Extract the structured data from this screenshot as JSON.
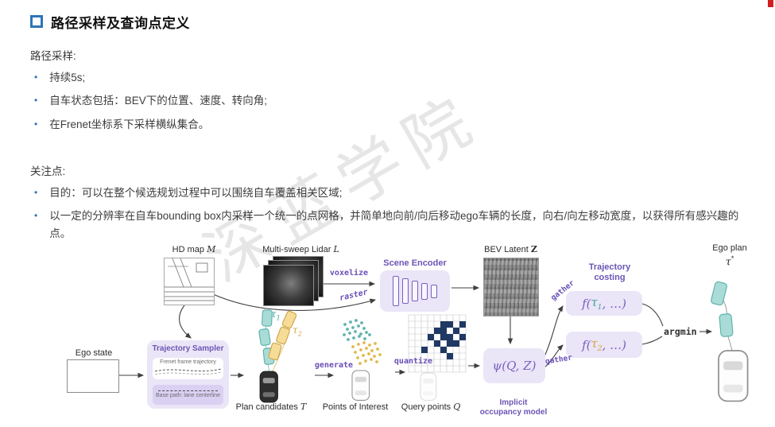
{
  "page": {
    "title": "路径采样及查询点定义",
    "watermark": "深蓝学院",
    "sections": [
      {
        "heading": "路径采样:",
        "bullets": [
          "持续5s;",
          "自车状态包括：BEV下的位置、速度、转向角;",
          "在Frenet坐标系下采样横纵集合。"
        ]
      },
      {
        "heading": "关注点:",
        "bullets": [
          "目的：可以在整个候选规划过程中可以围绕自车覆盖相关区域;",
          "以一定的分辨率在自车bounding box内采样一个统一的点网格，并简单地向前/向后移动ego车辆的长度，向右/向左移动宽度，以获得所有感兴趣的点。"
        ]
      }
    ]
  },
  "diagram": {
    "hd_map_label": "HD map",
    "hd_map_math": "M",
    "lidar_label": "Multi-sweep Lidar",
    "lidar_math": "L",
    "voxelize": "voxelize",
    "raster": "raster",
    "scene_encoder": "Scene Encoder",
    "bev_label": "BEV Latent",
    "bev_math": "Z",
    "costing_label": "Trajectory costing",
    "f1": {
      "f": "f(",
      "tau": "τ",
      "sub": "1",
      "post": ", …)"
    },
    "f2": {
      "f": "f(",
      "tau": "τ",
      "sub": "2",
      "post": ", …)"
    },
    "gather1": "gather",
    "gather2": "gather",
    "argmin": "argmin",
    "ego_plan_label": "Ego plan",
    "ego_plan_math": "τ",
    "ego_plan_sup": "*",
    "ego_state_label": "Ego state",
    "sampler_title": "Trajectory Sampler",
    "sampler_frenet": "Frenet frame trajectory",
    "sampler_base": "Base path: lane centerline",
    "tau1": {
      "base": "τ",
      "sub": "1"
    },
    "tau2": {
      "base": "τ",
      "sub": "2"
    },
    "plan_candidates_label": "Plan candidates",
    "plan_candidates_math": "T",
    "generate": "generate",
    "points_of_interest_label": "Points of Interest",
    "quantize": "quantize",
    "query_points_label": "Query points",
    "query_points_math": "Q",
    "psi": "ψ(Q, Z)",
    "implicit": [
      "Implicit",
      "occupancy model"
    ]
  },
  "colors": {
    "accent_purple": "#6c55b5",
    "teal": "#5fb3ae",
    "yellow": "#d8a53e",
    "bullet_blue": "#2e75b6"
  }
}
